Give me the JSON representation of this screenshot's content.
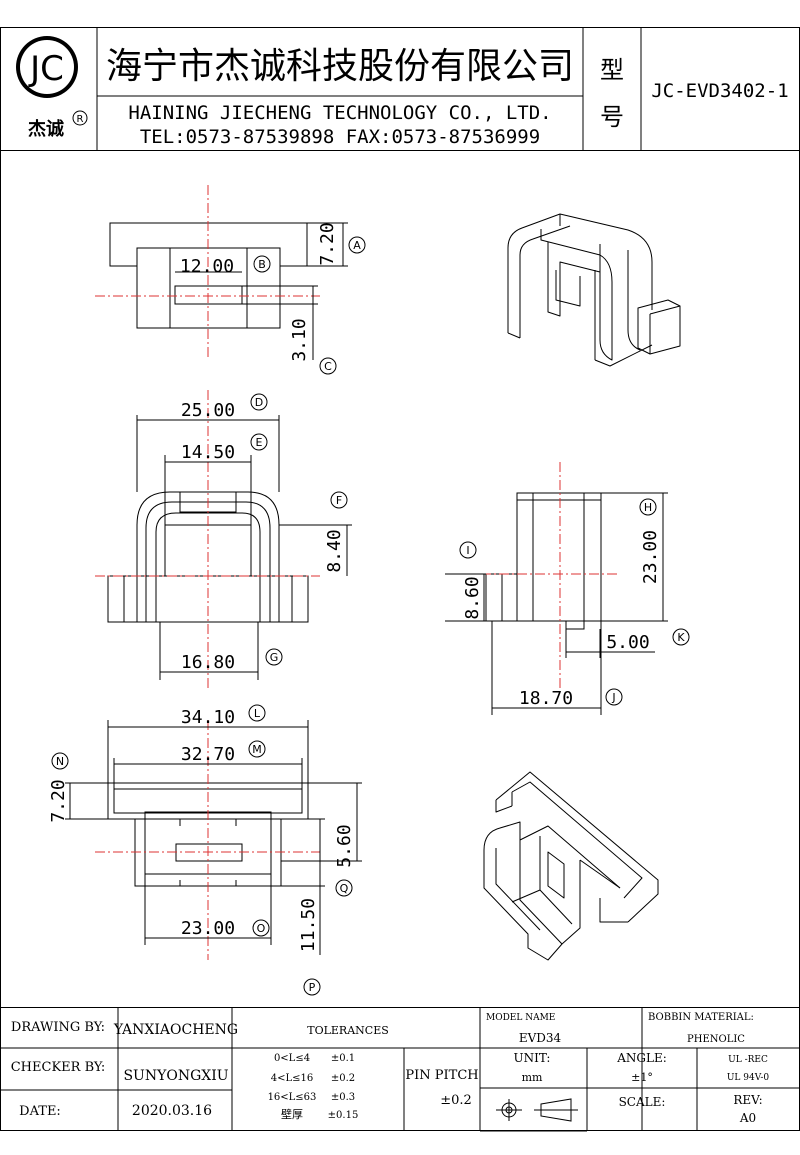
{
  "header": {
    "logo_text": "JC",
    "brand": "杰诚",
    "registered_mark": "R",
    "company_cn": "海宁市杰诚科技股份有限公司",
    "company_en": "HAINING JIECHENG TECHNOLOGY CO., LTD.",
    "contact": "TEL:0573-87539898   FAX:0573-87536999",
    "model_label_1": "型",
    "model_label_2": "号",
    "model_no": "JC-EVD3402-1"
  },
  "dimensions": [
    {
      "id": "A",
      "value": "7.20"
    },
    {
      "id": "B",
      "value": "12.00"
    },
    {
      "id": "C",
      "value": "3.10"
    },
    {
      "id": "D",
      "value": "25.00"
    },
    {
      "id": "E",
      "value": "14.50"
    },
    {
      "id": "F",
      "value": "8.40"
    },
    {
      "id": "G",
      "value": "16.80"
    },
    {
      "id": "H",
      "value": "23.00"
    },
    {
      "id": "I",
      "value": "8.60"
    },
    {
      "id": "J",
      "value": "18.70"
    },
    {
      "id": "K",
      "value": "5.00"
    },
    {
      "id": "L",
      "value": "34.10"
    },
    {
      "id": "M",
      "value": "32.70"
    },
    {
      "id": "N",
      "value": "7.20"
    },
    {
      "id": "O",
      "value": "23.00"
    },
    {
      "id": "P",
      "value": ""
    },
    {
      "id": "Q",
      "value": "11.50"
    },
    {
      "id": "R",
      "value": "5.60"
    }
  ],
  "title_block": {
    "drawing_by_label": "DRAWING  BY:",
    "drawing_by": "YANXIAOCHENG",
    "checker_by_label": "CHECKER  BY:",
    "checker_by": "SUNYONGXIU",
    "date_label": "DATE:",
    "date": "2020.03.16",
    "tolerances_label": "TOLERANCES",
    "tol_1_range": "0<L≤4",
    "tol_1_value": "±0.1",
    "tol_2_range": "4<L≤16",
    "tol_2_value": "±0.2",
    "tol_3_range": "16<L≤63",
    "tol_3_value": "±0.3",
    "tol_4_range": "壁厚",
    "tol_4_value": "±0.15",
    "pin_pitch_label": "PIN PITCH",
    "pin_pitch_value": "±0.2",
    "model_name_label": "MODEL NAME",
    "model_name": "EVD34",
    "bobbin_material_label": "BOBBIN MATERIAL:",
    "bobbin_material": "PHENOLIC",
    "unit_label": "UNIT:",
    "unit": "mm",
    "angle_label": "ANGLE:",
    "angle": "±1°",
    "ul_1": "UL -REC",
    "ul_2": "UL  94V-0",
    "scale_label": "SCALE:",
    "rev_label": "REV:",
    "rev": "A0"
  }
}
